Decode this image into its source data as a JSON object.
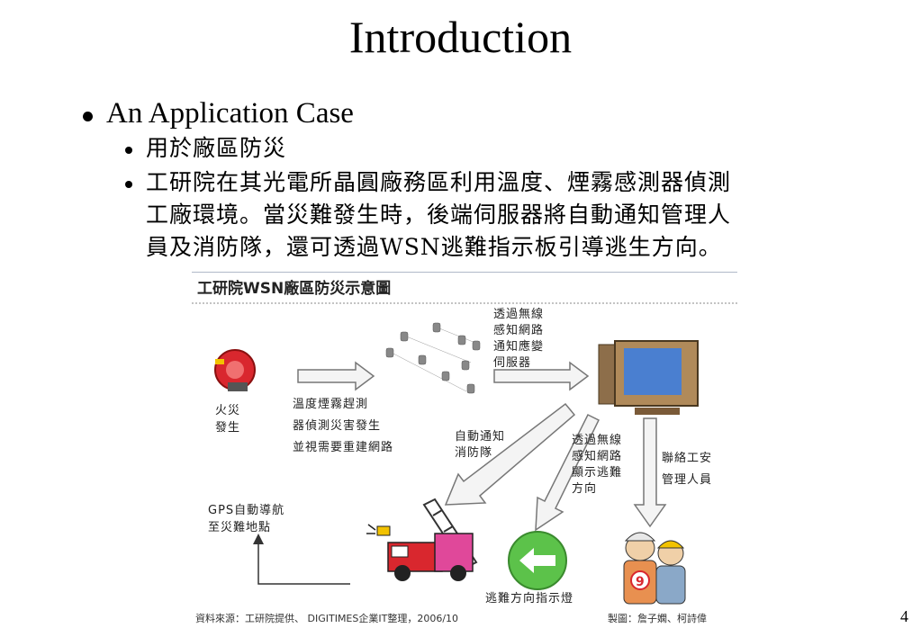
{
  "slide": {
    "title": "Introduction",
    "bullet1": "An Application Case",
    "sub1": "用於廠區防災",
    "sub2_lines": [
      "工研院在其光電所晶圓廠務區利用溫度、煙霧感測器偵測",
      "工廠環境。當災難發生時，後端伺服器將自動通知管理人",
      "員及消防隊，還可透過WSN逃難指示板引導逃生方向。"
    ],
    "page_number": "4"
  },
  "diagram": {
    "title": "工研院WSN廠區防災示意圖",
    "fire_label": [
      "火災",
      "發生"
    ],
    "sensing_label": [
      "溫度煙霧趕測",
      "器偵測災害發生",
      "並視需要重建網路"
    ],
    "wireless_server_label": [
      "透過無線",
      "感知網路",
      "通知應變",
      "伺服器"
    ],
    "notify_fire_label": [
      "自動通知",
      "消防隊"
    ],
    "display_label": [
      "透過無線",
      "感知網路",
      "顯示逃難",
      "方向"
    ],
    "contact_label": [
      "聯絡工安",
      "管理人員"
    ],
    "gps_label": [
      "GPS自動導航",
      "至災難地點"
    ],
    "exit_sign_label": "逃難方向指示燈",
    "worker_number": "9",
    "source_left": "資料來源：工研院提供、 DIGITIMES企業IT整理，2006/10",
    "source_right": "製圖：詹子嫻、柯詩偉"
  },
  "colors": {
    "accent_red": "#d9272e",
    "exit_green": "#5cc24a",
    "truck_pink": "#e0489a",
    "monitor_blue": "#4a7fd0"
  }
}
